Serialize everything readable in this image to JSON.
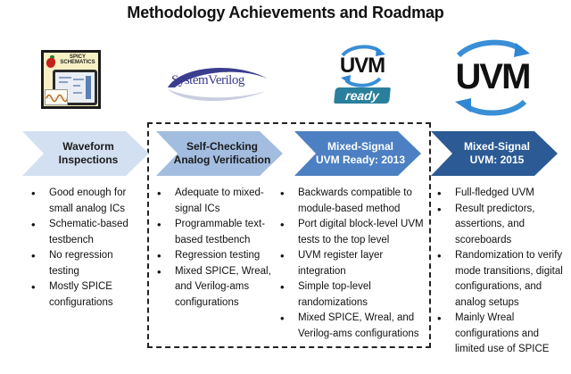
{
  "title": "Methodology Achievements and Roadmap",
  "logos": {
    "spicy": {
      "line1": "SPICY",
      "line2": "SCHEMATICS"
    },
    "systemverilog": {
      "text": "SystemVerilog"
    },
    "uvm_ready": {
      "text": "UVM",
      "badge": "ready"
    },
    "uvm": {
      "text": "UVM"
    }
  },
  "colors": {
    "stage1": "#d3e0f1",
    "stage2": "#a3bde0",
    "stage3": "#4d80c2",
    "stage4": "#2b5a94",
    "arrow_blue": "#2f86d3",
    "ready_badge": "#2a7f9c"
  },
  "stages": [
    {
      "line1": "Waveform",
      "line2": "Inspections",
      "bullets": [
        "Good enough for small analog ICs",
        "Schematic-based testbench",
        "No regression testing",
        "Mostly SPICE configurations"
      ]
    },
    {
      "line1": "Self-Checking",
      "line2": "Analog Verification",
      "bullets": [
        "Adequate to mixed-signal ICs",
        "Programmable text-based testbench",
        "Regression testing",
        "Mixed SPICE, Wreal, and Verilog-ams configurations"
      ]
    },
    {
      "line1": "Mixed-Signal",
      "line2": "UVM Ready: 2013",
      "bullets": [
        "Backwards compatible to module-based method",
        "Port digital block-level UVM tests to the top level",
        "UVM register layer integration",
        "Simple top-level randomizations",
        "Mixed SPICE, Wreal, and Verilog-ams configurations"
      ]
    },
    {
      "line1": "Mixed-Signal",
      "line2": "UVM: 2015",
      "bullets": [
        "Full-fledged UVM",
        "Result predictors, assertions, and scoreboards",
        "Randomization to verify mode transitions, digital configurations, and analog setups",
        "Mainly Wreal configurations and limited use of SPICE"
      ]
    }
  ]
}
